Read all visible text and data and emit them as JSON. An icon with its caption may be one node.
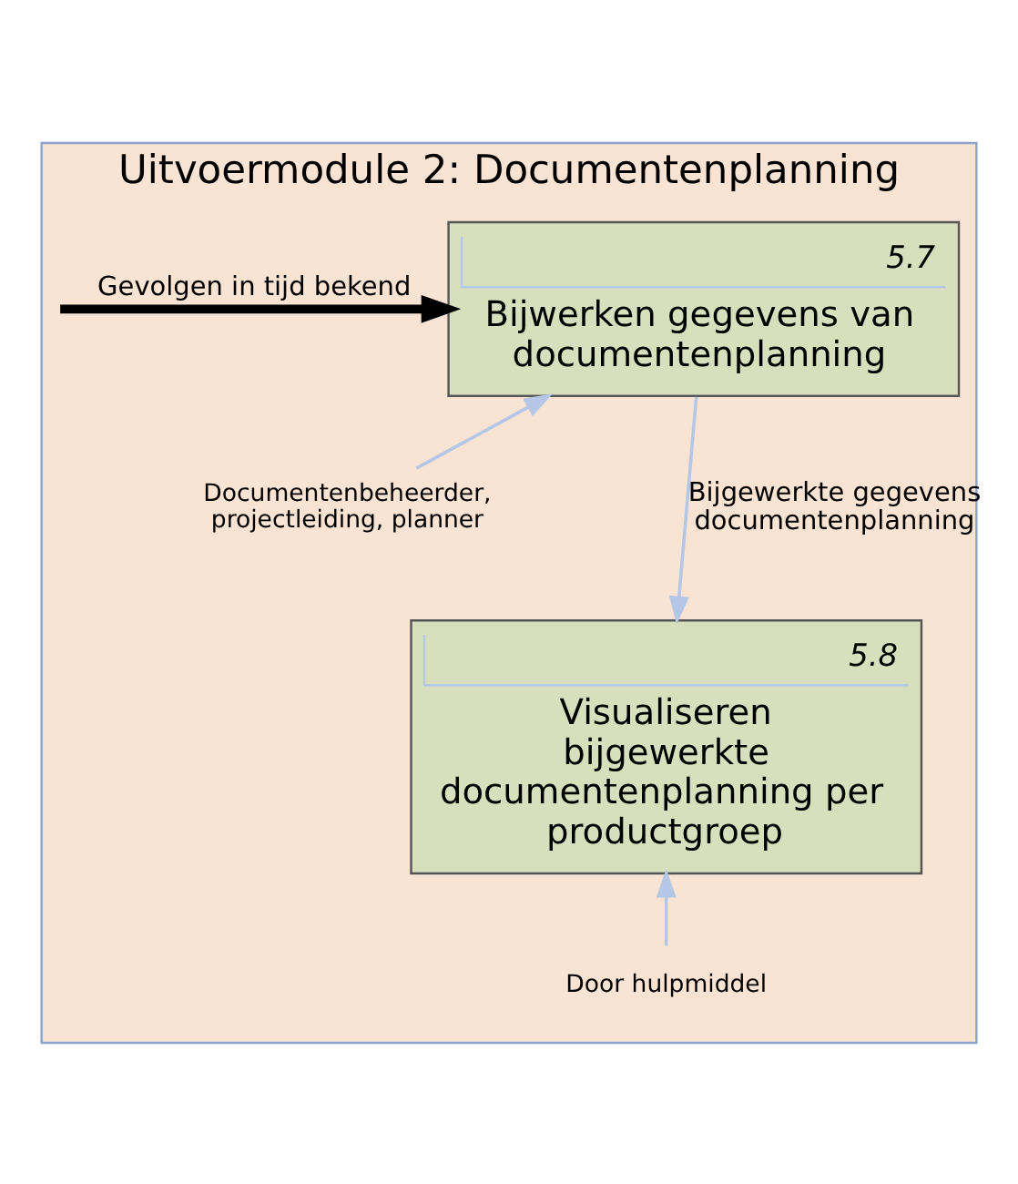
{
  "diagram": {
    "nodes": [
      {
        "text": [
          "Uitvoermodule 2: Documentenplanning"
        ]
      },
      {
        "text": [
          "5.7",
          "Bijwerken gegevens van documentenplanning"
        ],
        "in": 0
      },
      {
        "text": [
          "Documentenbeheerder, projectleiding, planner"
        ],
        "in": 0
      },
      {
        "text": [
          "5.8",
          "Visualiseren bijgewerkte documentenplanning per productgroep"
        ],
        "in": 0
      },
      {
        "text": [
          "Door hulpmiddel"
        ],
        "in": 0
      }
    ],
    "edges": [
      {
        "from": null,
        "to": 1,
        "arrow": "to",
        "label": "Gevolgen in tijd bekend",
        "style": "thick",
        "color": "#000000"
      },
      {
        "from": 2,
        "to": 1,
        "arrow": "to"
      },
      {
        "from": 1,
        "to": 3,
        "arrow": "to",
        "label": "Bijgewerkte gegevens documentenplanning"
      },
      {
        "from": 4,
        "to": 3,
        "arrow": "to"
      }
    ]
  }
}
